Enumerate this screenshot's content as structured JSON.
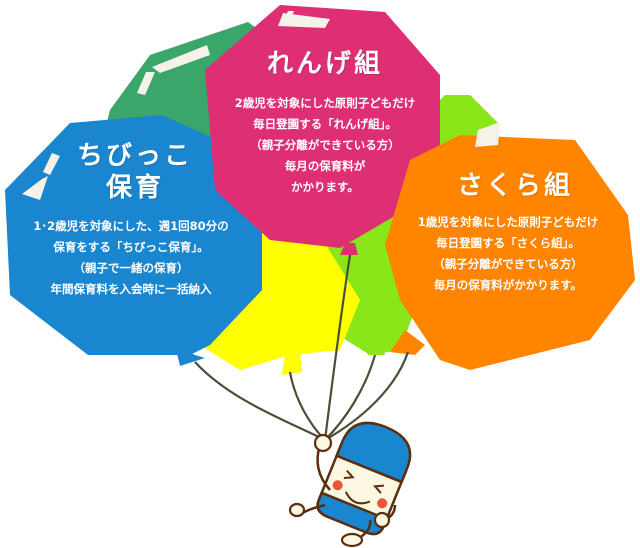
{
  "colors": {
    "green": "#3aa66a",
    "lime": "#88e619",
    "yellow": "#ffff00",
    "pink": "#de2f74",
    "blue": "#1a86d0",
    "orange": "#ff8500",
    "string": "#4a4f35",
    "highlight": "#f5f2ea"
  },
  "balloons": {
    "renge": {
      "title": "れんげ組",
      "lines": [
        "2歳児を対象にした原則子どもだけ",
        "毎日登園する「れんげ組」。",
        "（親子分離ができている方）",
        "毎月の保育料が",
        "かかります。"
      ]
    },
    "chibikko": {
      "title_line1": "ちびっこ",
      "title_line2": "保育",
      "lines": [
        "1･2歳児を対象にした、週1回80分の",
        "保育をする「ちびっこ保育」。",
        "（親子で一緒の保育）",
        "年間保育料を入会時に一括納入"
      ]
    },
    "sakura": {
      "title": "さくら組",
      "lines": [
        "1歳児を対象にした原則子どもだけ",
        "毎日登園する「さくら組」。",
        "（親子分離ができている方）",
        "毎月の保育料がかかります。"
      ]
    }
  },
  "mascot": {
    "name": "mascot-character"
  }
}
